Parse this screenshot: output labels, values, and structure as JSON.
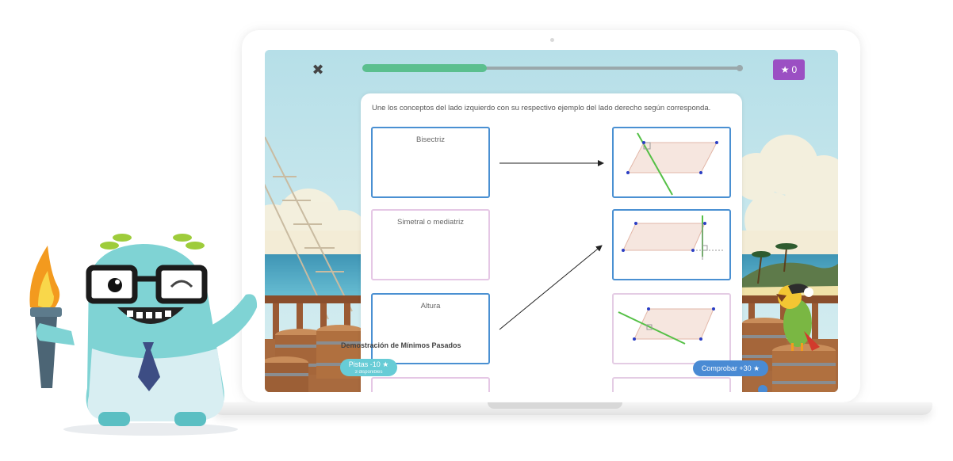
{
  "topbar": {
    "close_symbol": "✖",
    "progress_fraction": 0.33,
    "points": "0",
    "star_icon": "★"
  },
  "card": {
    "instruction": "Une los conceptos del lado izquierdo con su respectivo ejemplo del lado derecho según corresponda.",
    "concepts": [
      "Bisectriz",
      "Simetral o mediatriz",
      "Altura"
    ],
    "partial_title": "Demostración de Mínimos Pasados"
  },
  "buttons": {
    "hint_label": "Pistas -10 ★",
    "hint_sub": "3 disponibles",
    "check_label": "Comprobar +30 ★"
  },
  "colors": {
    "accent_blue": "#4a90d2",
    "progress_green": "#5bbf8e",
    "badge_purple": "#9b4fc3",
    "hint_teal": "#67ccd6",
    "sky": "#b8e1ea"
  }
}
